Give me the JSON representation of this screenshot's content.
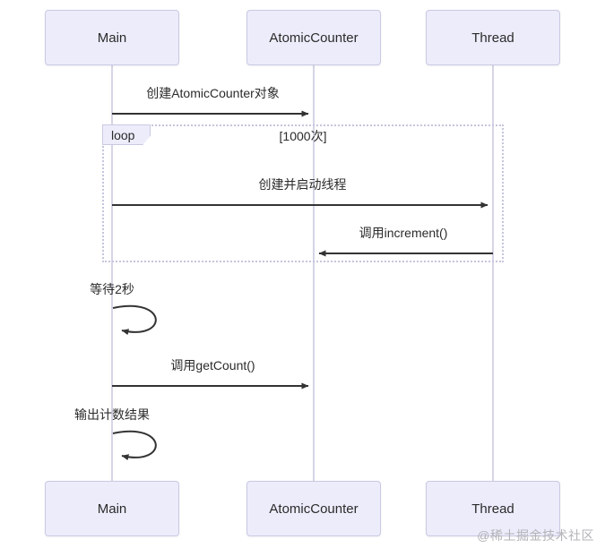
{
  "diagram": {
    "type": "sequence",
    "actors": [
      {
        "name": "Main"
      },
      {
        "name": "AtomicCounter"
      },
      {
        "name": "Thread"
      }
    ],
    "loop": {
      "label": "loop",
      "condition": "[1000次]"
    },
    "messages": [
      {
        "label": "创建AtomicCounter对象",
        "from": "Main",
        "to": "AtomicCounter",
        "style": "solid-arrow"
      },
      {
        "label": "创建并启动线程",
        "from": "Main",
        "to": "Thread",
        "style": "solid-arrow"
      },
      {
        "label": "调用increment()",
        "from": "Thread",
        "to": "AtomicCounter",
        "style": "solid-arrow"
      },
      {
        "label": "等待2秒",
        "from": "Main",
        "to": "Main",
        "style": "self-loop"
      },
      {
        "label": "调用getCount()",
        "from": "Main",
        "to": "AtomicCounter",
        "style": "solid-arrow"
      },
      {
        "label": "输出计数结果",
        "from": "Main",
        "to": "Main",
        "style": "self-loop"
      }
    ],
    "colors": {
      "actor_fill": "#ececfb",
      "actor_border": "#c9c9e3",
      "lifeline": "#d5d5e6",
      "loop_border": "#c5c5dd",
      "arrow": "#333333",
      "text": "#2b2b2b"
    }
  },
  "watermark": "@稀土掘金技术社区"
}
